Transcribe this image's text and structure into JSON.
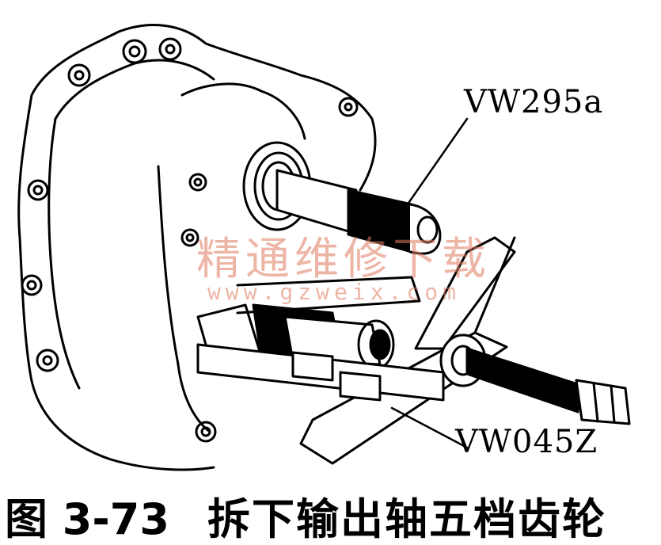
{
  "callouts": {
    "tool_a": "VW295a",
    "tool_b": "VW045Z"
  },
  "watermark": {
    "cn": "精通维修下载",
    "url": "www.gzweix.com"
  },
  "caption": {
    "number": "图 3-73",
    "text": "拆下输出轴五档齿轮"
  },
  "colors": {
    "ink": "#000000",
    "watermark": "#e07a5f"
  }
}
